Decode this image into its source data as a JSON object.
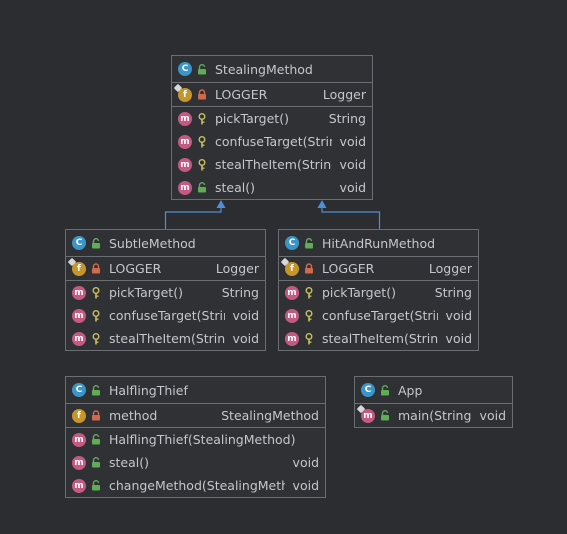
{
  "colors": {
    "background": "#2b2d30",
    "border": "#6a6d72",
    "text": "#c4c7cc",
    "class_badge": "#3a95c8",
    "method_badge": "#c45a82",
    "field_badge": "#c89628",
    "public": "#5fad56",
    "private": "#d06a4c",
    "protected": "#c8c060",
    "edge": "#4f8fd6"
  },
  "classes": [
    {
      "id": "stealing-method",
      "name": "StealingMethod",
      "fields": [
        {
          "name": "LOGGER",
          "type": "Logger",
          "vis": "private",
          "static": true
        }
      ],
      "methods": [
        {
          "name": "pickTarget()",
          "type": "String",
          "vis": "protected"
        },
        {
          "name": "confuseTarget(String)",
          "type": "void",
          "vis": "protected"
        },
        {
          "name": "stealTheItem(String)",
          "type": "void",
          "vis": "protected"
        },
        {
          "name": "steal()",
          "type": "void",
          "vis": "public"
        }
      ]
    },
    {
      "id": "subtle-method",
      "name": "SubtleMethod",
      "fields": [
        {
          "name": "LOGGER",
          "type": "Logger",
          "vis": "private",
          "static": true
        }
      ],
      "methods": [
        {
          "name": "pickTarget()",
          "type": "String",
          "vis": "protected"
        },
        {
          "name": "confuseTarget(String)",
          "type": "void",
          "vis": "protected"
        },
        {
          "name": "stealTheItem(String)",
          "type": "void",
          "vis": "protected"
        }
      ]
    },
    {
      "id": "hit-and-run-method",
      "name": "HitAndRunMethod",
      "fields": [
        {
          "name": "LOGGER",
          "type": "Logger",
          "vis": "private",
          "static": true
        }
      ],
      "methods": [
        {
          "name": "pickTarget()",
          "type": "String",
          "vis": "protected"
        },
        {
          "name": "confuseTarget(String)",
          "type": "void",
          "vis": "protected"
        },
        {
          "name": "stealTheItem(String)",
          "type": "void",
          "vis": "protected"
        }
      ]
    },
    {
      "id": "halfling-thief",
      "name": "HalflingThief",
      "fields": [
        {
          "name": "method",
          "type": "StealingMethod",
          "vis": "private",
          "static": false
        }
      ],
      "methods": [
        {
          "name": "HalflingThief(StealingMethod)",
          "type": "",
          "vis": "public"
        },
        {
          "name": "steal()",
          "type": "void",
          "vis": "public"
        },
        {
          "name": "changeMethod(StealingMethod)",
          "type": "void",
          "vis": "public"
        }
      ]
    },
    {
      "id": "app",
      "name": "App",
      "fields": [],
      "methods": [
        {
          "name": "main(String[])",
          "type": "void",
          "vis": "public",
          "static": true
        }
      ]
    }
  ],
  "edges": [
    {
      "from": "subtle-method",
      "to": "stealing-method",
      "kind": "extends"
    },
    {
      "from": "hit-and-run-method",
      "to": "stealing-method",
      "kind": "extends"
    }
  ]
}
